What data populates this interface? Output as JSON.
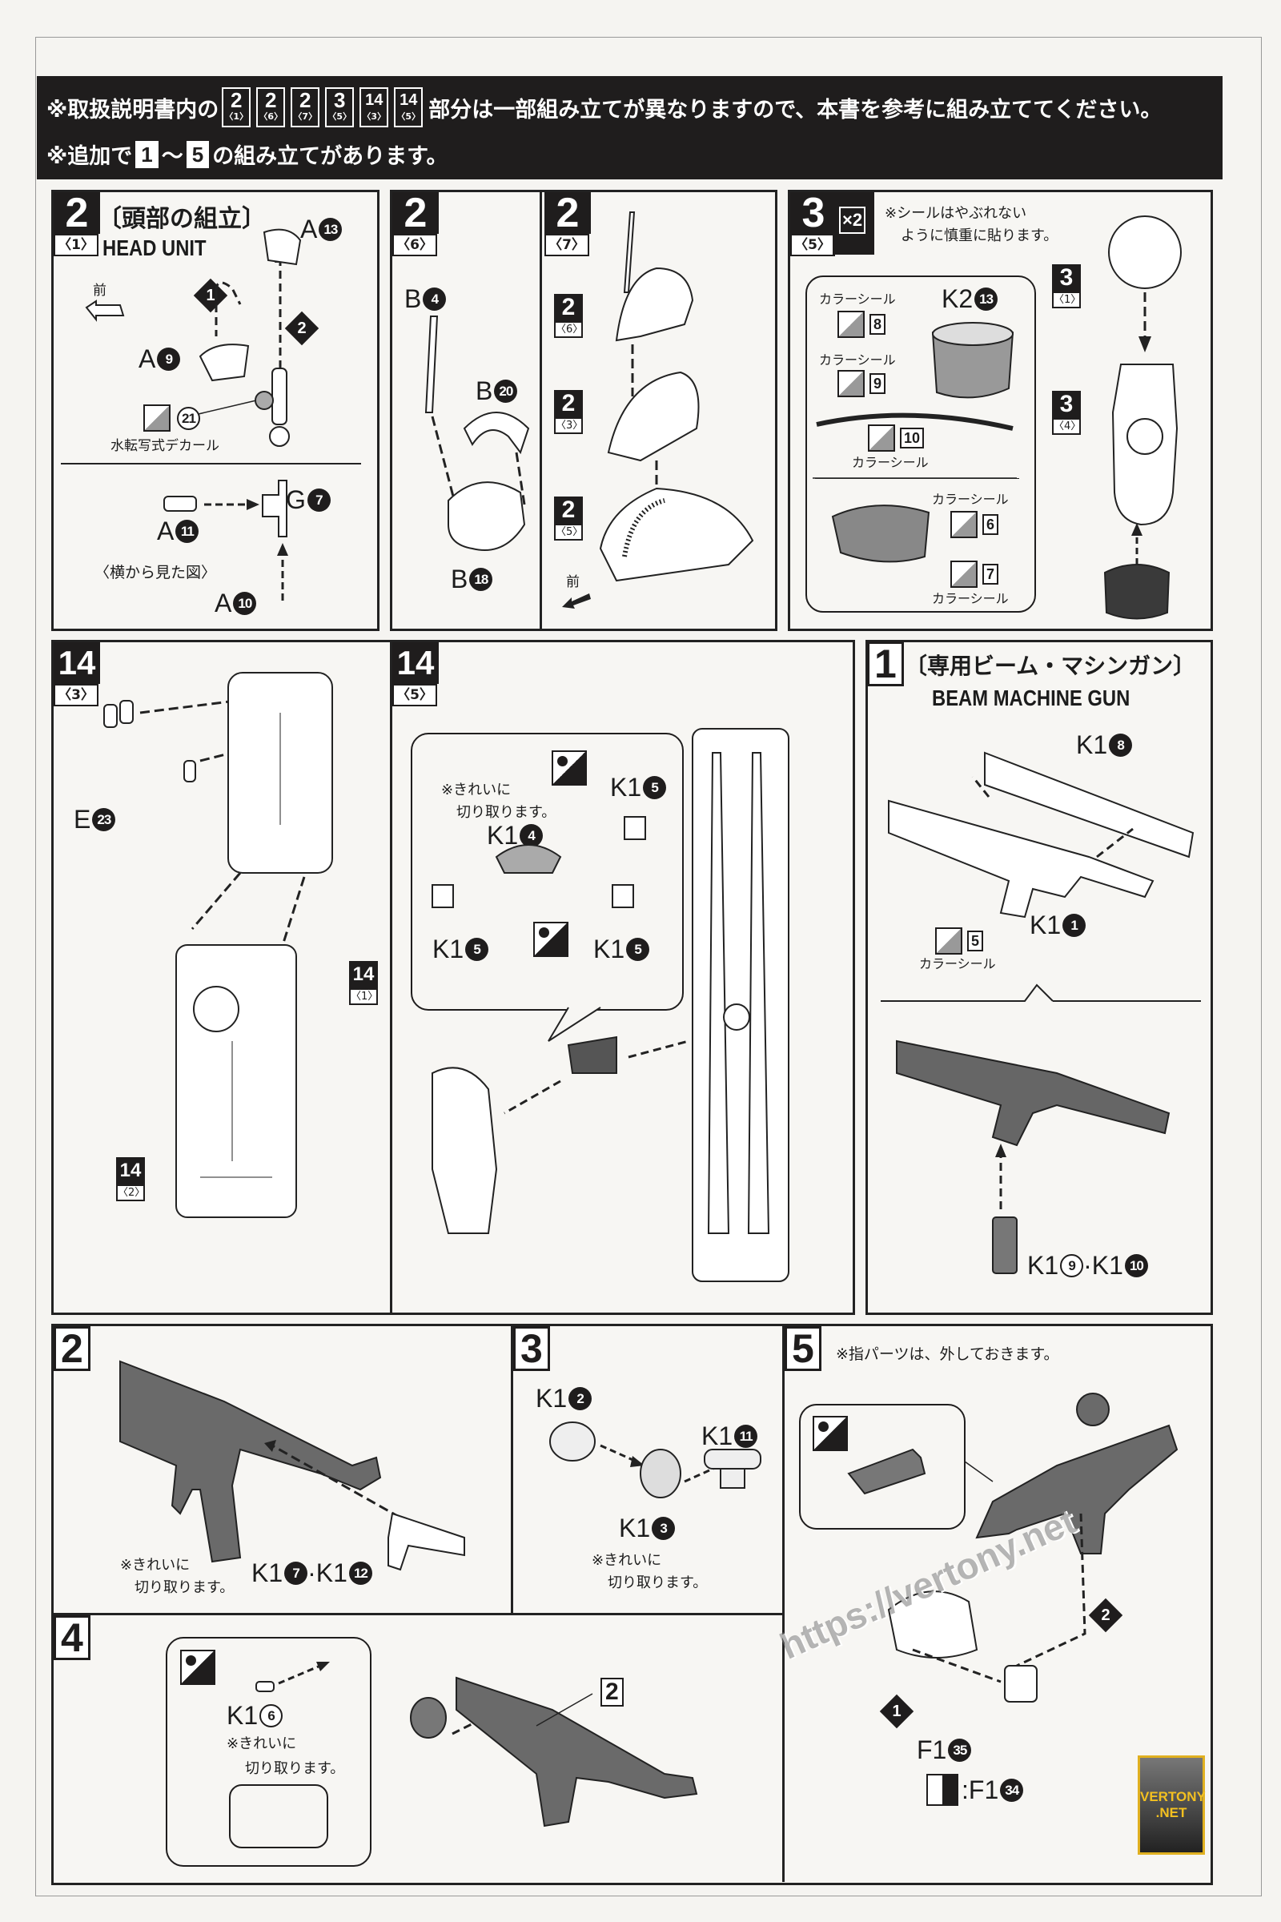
{
  "banner": {
    "line1_prefix": "※取扱説明書内の",
    "line1_refs": [
      {
        "n": "2",
        "s": "〈1〉"
      },
      {
        "n": "2",
        "s": "〈6〉"
      },
      {
        "n": "2",
        "s": "〈7〉"
      },
      {
        "n": "3",
        "s": "〈5〉"
      },
      {
        "n": "14",
        "s": "〈3〉"
      },
      {
        "n": "14",
        "s": "〈5〉"
      }
    ],
    "line1_suffix": "部分は一部組み立てが異なりますので、本書を参考に組み立ててください。",
    "line2_prefix": "※追加で",
    "line2_from": "1",
    "line2_sep": "～",
    "line2_to": "5",
    "line2_suffix": "の組み立てがあります。"
  },
  "head": {
    "step": "2",
    "sub": "〈1〉",
    "title_jp": "〔頭部の組立〕",
    "title_en": "HEAD UNIT",
    "front": "前",
    "marker1": "1",
    "marker2": "2",
    "part_a13": {
      "l": "A",
      "n": "13"
    },
    "part_a9": {
      "l": "A",
      "n": "9"
    },
    "decal_num": "21",
    "decal_label": "水転写式デカール",
    "part_a11": {
      "l": "A",
      "n": "11"
    },
    "part_g7": {
      "l": "G",
      "n": "7"
    },
    "side_view": "〈横から見た図〉",
    "part_a10": {
      "l": "A",
      "n": "10"
    }
  },
  "step2_6": {
    "step": "2",
    "sub": "〈6〉",
    "part_b4": {
      "l": "B",
      "n": "4"
    },
    "part_b20": {
      "l": "B",
      "n": "20"
    },
    "part_b18": {
      "l": "B",
      "n": "18"
    }
  },
  "step2_7": {
    "step": "2",
    "sub": "〈7〉",
    "refs": [
      {
        "n": "2",
        "s": "〈6〉"
      },
      {
        "n": "2",
        "s": "〈3〉"
      },
      {
        "n": "2",
        "s": "〈5〉"
      }
    ],
    "front": "前"
  },
  "step3_5": {
    "step": "3",
    "sub": "〈5〉",
    "multiplier": "×2",
    "note_line1": "※シールはやぶれない",
    "note_line2": "ように慎重に貼ります。",
    "part_k2": {
      "l": "K2",
      "n": "13"
    },
    "sticker_label": "カラーシール",
    "stickers": [
      "8",
      "9",
      "10",
      "6",
      "7"
    ],
    "refs": [
      {
        "n": "3",
        "s": "〈1〉"
      },
      {
        "n": "3",
        "s": "〈4〉"
      }
    ]
  },
  "step14_3": {
    "step": "14",
    "sub": "〈3〉",
    "part_e23": {
      "l": "E",
      "n": "23"
    },
    "refs": [
      {
        "n": "14",
        "s": "〈1〉"
      },
      {
        "n": "14",
        "s": "〈2〉"
      }
    ]
  },
  "step14_5": {
    "step": "14",
    "sub": "〈5〉",
    "note_line1": "※きれいに",
    "note_line2": "切り取ります。",
    "part_k15": {
      "l": "K1",
      "n": "5"
    },
    "part_k14": {
      "l": "K1",
      "n": "4"
    }
  },
  "beam_gun": {
    "step": "1",
    "title_jp": "〔専用ビーム・マシンガン〕",
    "title_en": "BEAM MACHINE GUN",
    "part_k18": {
      "l": "K1",
      "n": "8"
    },
    "part_k11": {
      "l": "K1",
      "n": "1"
    },
    "sticker": "5",
    "sticker_label": "カラーシール",
    "part_k19": {
      "l": "K1",
      "n": "9"
    },
    "sep": "·",
    "part_k110": {
      "l": "K1",
      "n": "10"
    }
  },
  "step_b2": {
    "step": "2",
    "note_line1": "※きれいに",
    "note_line2": "切り取ります。",
    "part_k17": {
      "l": "K1",
      "n": "7"
    },
    "sep": "·",
    "part_k112": {
      "l": "K1",
      "n": "12"
    }
  },
  "step_b3": {
    "step": "3",
    "part_k12": {
      "l": "K1",
      "n": "2"
    },
    "part_k111": {
      "l": "K1",
      "n": "11"
    },
    "part_k13": {
      "l": "K1",
      "n": "3"
    },
    "note_line1": "※きれいに",
    "note_line2": "切り取ります。"
  },
  "step_b4": {
    "step": "4",
    "part_k16": {
      "l": "K1",
      "n": "6"
    },
    "note_line1": "※きれいに",
    "note_line2": "切り取ります。",
    "ref": "2"
  },
  "step_b5": {
    "step": "5",
    "note": "※指パーツは、外しておきます。",
    "marker1": "1",
    "marker2": "2",
    "part_f135": {
      "l": "F1",
      "n": "35"
    },
    "alt_prefix": ":",
    "part_f134": {
      "l": "F1",
      "n": "34"
    }
  },
  "watermark": "https://vertony.net",
  "logo": {
    "line1": "VERTONY",
    "line2": ".NET"
  }
}
